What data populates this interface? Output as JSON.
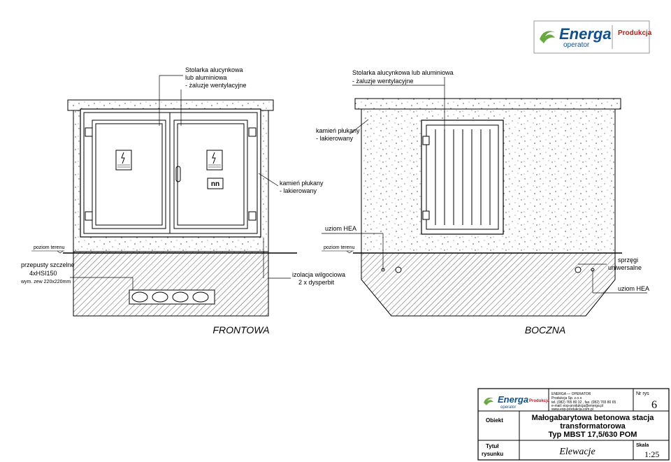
{
  "logo": {
    "brand": "Energa",
    "sub": "operator",
    "division": "Produkcja"
  },
  "labels": {
    "front_window_note": [
      "Stolarka alucynkowa",
      "lub aluminiowa",
      "- żaluzje wentylacyjne"
    ],
    "side_window_note": [
      "Stolarka alucynkowa lub aluminiowa",
      "- żaluzje wentylacyjne"
    ],
    "stone_note_side": [
      "kamień płukany",
      "- lakierowany"
    ],
    "stone_note_front": [
      "kamień płukany",
      "- lakierowany"
    ],
    "ground_front": "poziom terenu",
    "ground_side": "poziom terenu",
    "earthing_top": "uziom HEA",
    "cable_passages": [
      "przepusty szczelne",
      "4xHSI150",
      "wym. zew 220x220mm"
    ],
    "insulation": [
      "izolacja wilgociowa",
      "2 x dysperbit"
    ],
    "couplers": [
      "sprzęgi",
      "uniwersalne"
    ],
    "earthing_bottom": "uziom HEA",
    "door_mark": "nn",
    "view_front": "FRONTOWA",
    "view_side": "BOCZNA"
  },
  "title_block": {
    "company": [
      "ENERGA — OPERATOR",
      "Produkcja Sp. z.o.o",
      "tel. (082) 765 80 32 , fax. (082) 765 80 65",
      "e-mail: eop-produkcja@energa.pl",
      "www.eop-produkcja.com.pl"
    ],
    "nr_rys_label": "Nr rys",
    "nr_rys": "6",
    "obiekt_label": "Obiekt",
    "obiekt": [
      "Małogabarytowa betonowa stacja",
      "transformatorowa",
      "Typ MBST 17,5/630 POM"
    ],
    "tytul_label": [
      "Tytuł",
      "rysunku"
    ],
    "tytul": "Elewacje",
    "skala_label": "Skala",
    "skala": "1:25"
  }
}
